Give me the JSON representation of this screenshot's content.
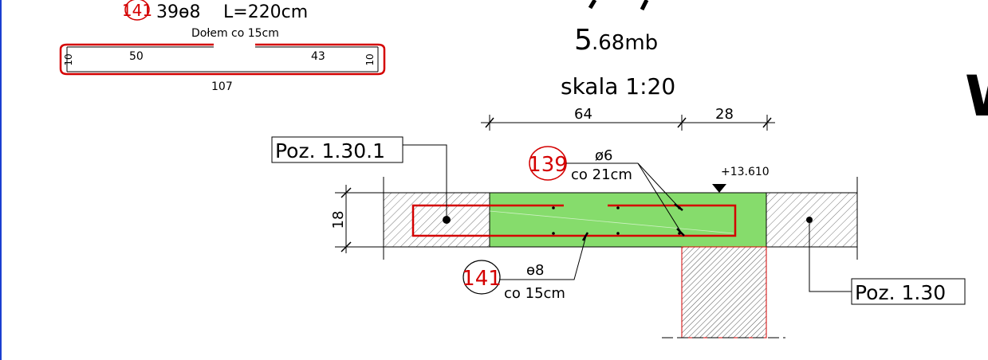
{
  "bar_schedule_141": {
    "mark": "141",
    "count_diameter": "39ɵ8",
    "length": "L=220cm",
    "placement": "Dołem co 15cm",
    "dim_left_hook": "10",
    "dim_left": "50",
    "dim_right": "43",
    "dim_right_hook": "10",
    "dim_total": "107"
  },
  "header": {
    "length_big": "5",
    "length_small": ".68mb",
    "scale": "skala 1:20",
    "partial_letter": "W"
  },
  "dimensions": {
    "span_left": "64",
    "span_right": "28",
    "slab_thickness": "18",
    "level": "+13.610"
  },
  "labels": {
    "pos_upper": "Poz. 1.30.1",
    "pos_lower": "Poz. 1.30"
  },
  "rebar_139": {
    "mark": "139",
    "diameter": "ø6",
    "spacing": "co 21cm"
  },
  "rebar_141": {
    "mark": "141",
    "diameter": "ɵ8",
    "spacing": "co 15cm"
  },
  "colors": {
    "rebar": "#d40000",
    "concrete_fill": "#86dc6c",
    "frame_border": "#1a3fd0"
  }
}
